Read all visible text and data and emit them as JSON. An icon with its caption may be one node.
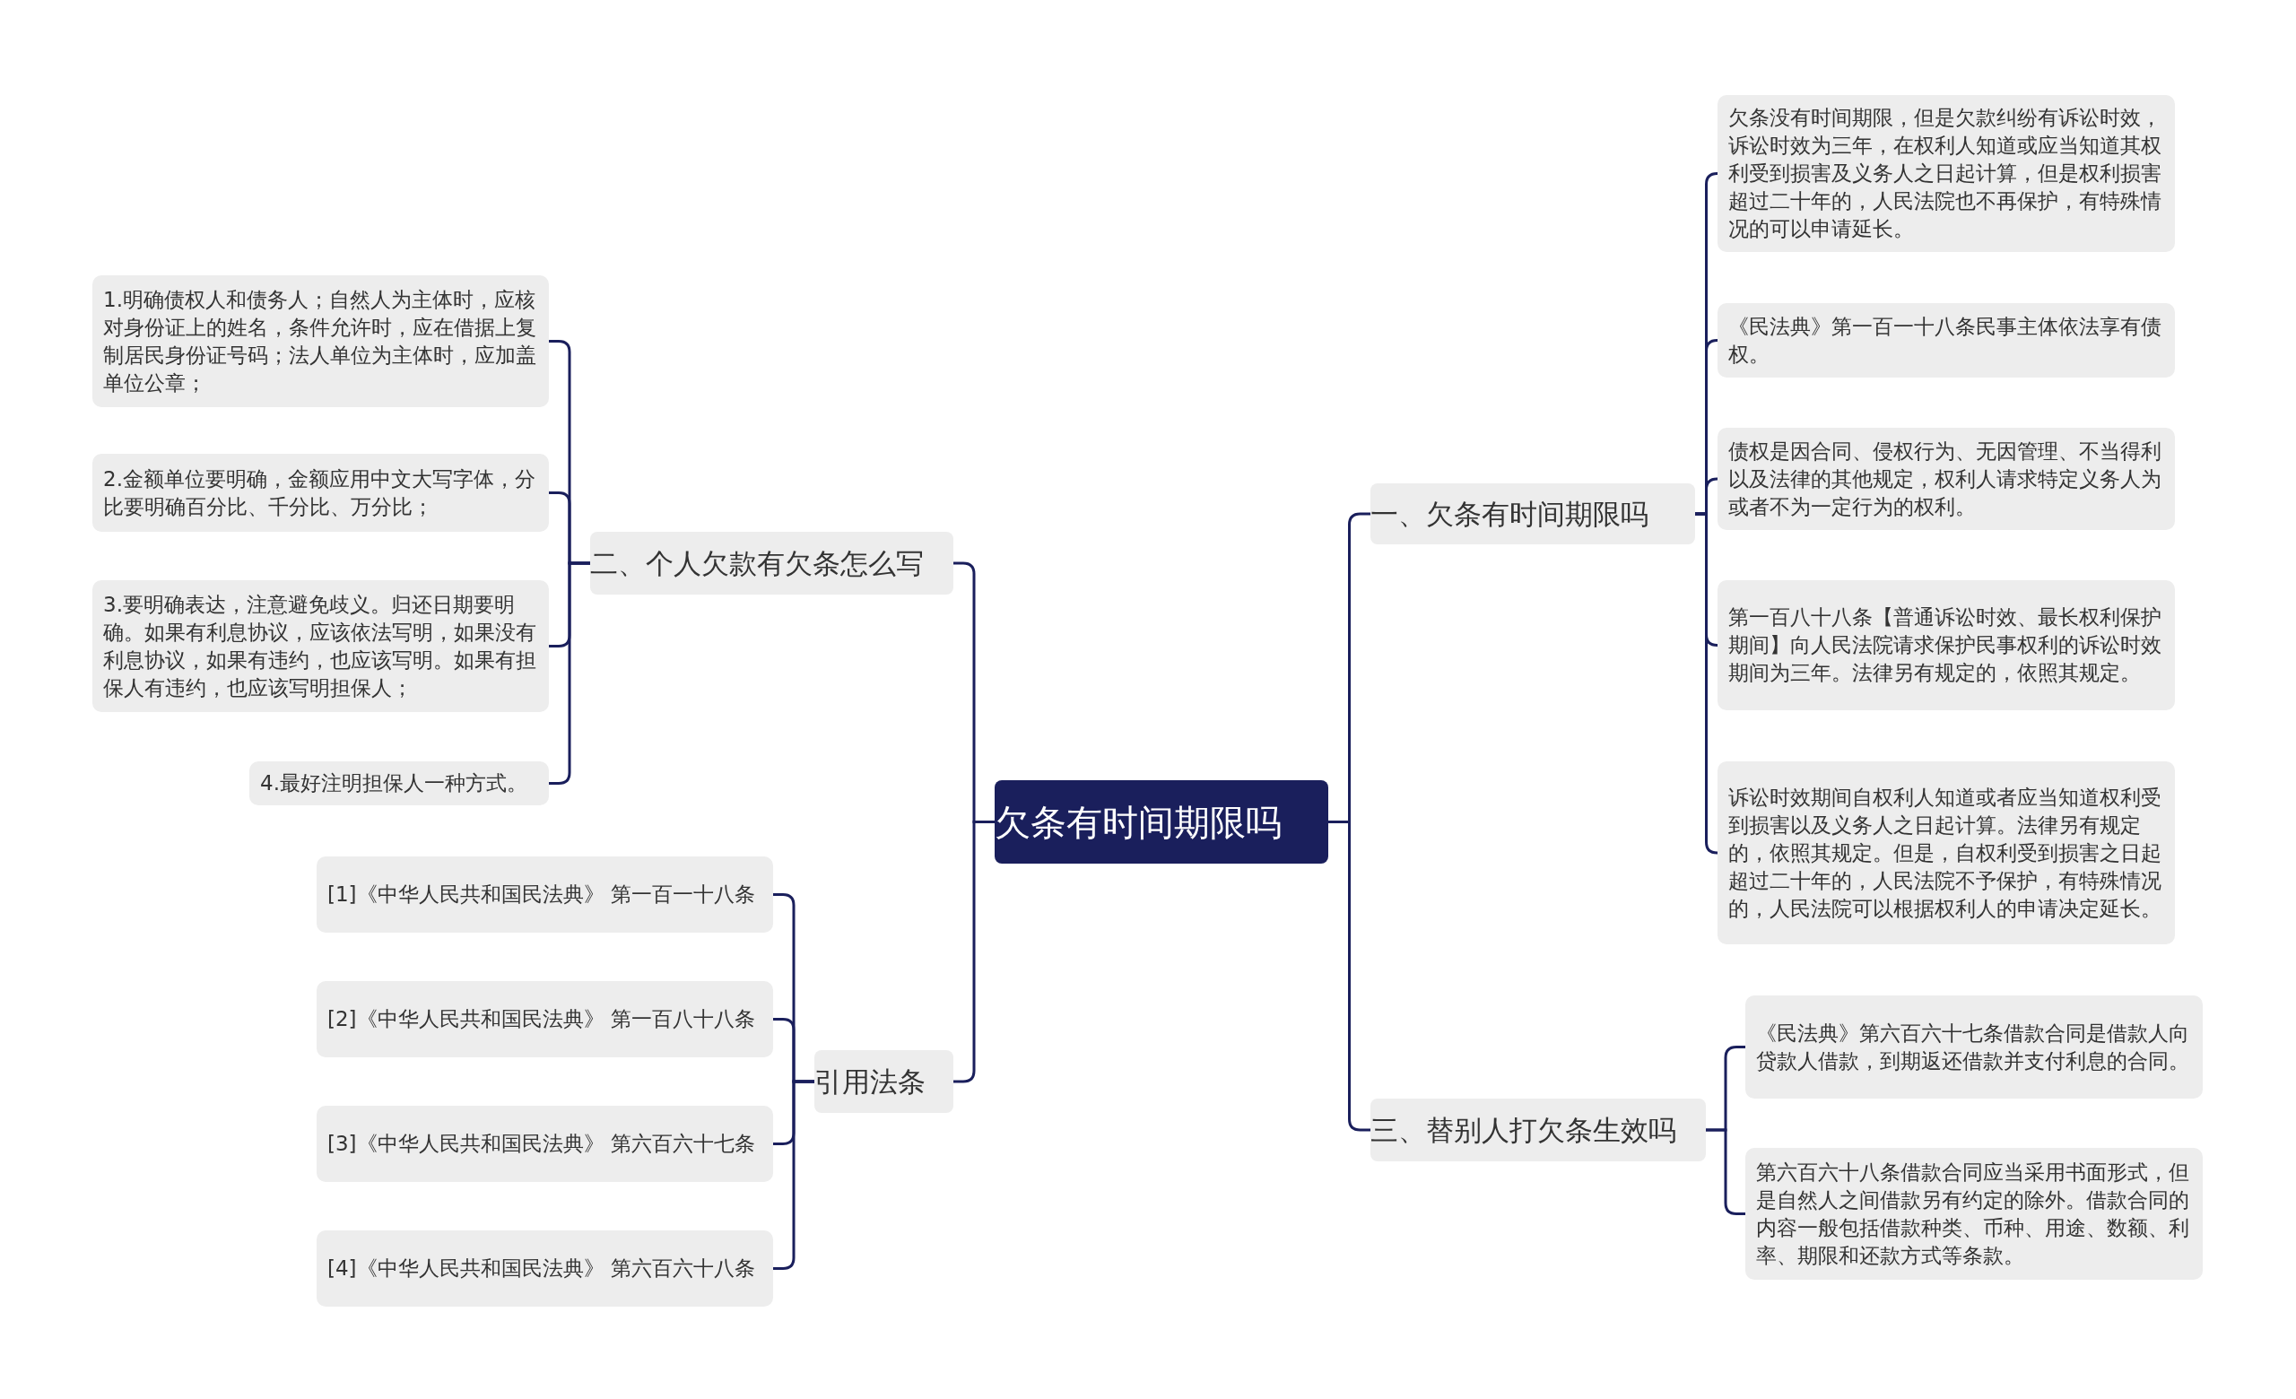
{
  "diagram": {
    "nodes": [
      {
        "text": [
          "欠条有时间期限吗"
        ]
      },
      {
        "text": [
          "一、欠条有时间期限吗"
        ]
      },
      {
        "text": [
          "欠条没有时间期限，但是欠款纠纷有诉讼时效，诉讼时效为三年，在权利人知道或应当知道其权利受到损害及义务人之日起计算，但是权利损害超过二十年的，人民法院也不再保护，有特殊情况的可以申请延长。"
        ]
      },
      {
        "text": [
          "《民法典》第一百一十八条民事主体依法享有债权。"
        ]
      },
      {
        "text": [
          "债权是因合同、侵权行为、无因管理、不当得利以及法律的其他规定，权利人请求特定义务人为或者不为一定行为的权利。"
        ]
      },
      {
        "text": [
          "第一百八十八条【普通诉讼时效、最长权利保护期间】向人民法院请求保护民事权利的诉讼时效期间为三年。法律另有规定的，依照其规定。"
        ]
      },
      {
        "text": [
          "诉讼时效期间自权利人知道或者应当知道权利受到损害以及义务人之日起计算。法律另有规定的，依照其规定。但是，自权利受到损害之日起超过二十年的，人民法院不予保护，有特殊情况的，人民法院可以根据权利人的申请决定延长。"
        ]
      },
      {
        "text": [
          "三、替别人打欠条生效吗"
        ]
      },
      {
        "text": [
          "《民法典》第六百六十七条借款合同是借款人向贷款人借款，到期返还借款并支付利息的合同。"
        ]
      },
      {
        "text": [
          "第六百六十八条借款合同应当采用书面形式，但是自然人之间借款另有约定的除外。借款合同的内容一般包括借款种类、币种、用途、数额、利率、期限和还款方式等条款。"
        ]
      },
      {
        "text": [
          "二、个人欠款有欠条怎么写"
        ]
      },
      {
        "text": [
          "1.明确债权人和债务人；自然人为主体时，应核对身份证上的姓名，条件允许时，应在借据上复制居民身份证号码；法人单位为主体时，应加盖单位公章；"
        ]
      },
      {
        "text": [
          "2.金额单位要明确，金额应用中文大写字体，分比要明确百分比、千分比、万分比；"
        ]
      },
      {
        "text": [
          "3.要明确表达，注意避免歧义。归还日期要明确。如果有利息协议，应该依法写明，如果没有利息协议，如果有违约，也应该写明。如果有担保人有违约，也应该写明担保人；"
        ]
      },
      {
        "text": [
          "4.最好注明担保人一种方式。"
        ]
      },
      {
        "text": [
          "引用法条"
        ]
      },
      {
        "text": [
          "[1]《中华人民共和国民法典》 第一百一十八条"
        ]
      },
      {
        "text": [
          "[2]《中华人民共和国民法典》 第一百八十八条"
        ]
      },
      {
        "text": [
          "[3]《中华人民共和国民法典》 第六百六十七条"
        ]
      },
      {
        "text": [
          "[4]《中华人民共和国民法典》 第六百六十八条"
        ]
      }
    ],
    "edges": [
      {
        "from": 0,
        "to": 1,
        "arrow": "none"
      },
      {
        "from": 1,
        "to": 2,
        "arrow": "none"
      },
      {
        "from": 1,
        "to": 3,
        "arrow": "none"
      },
      {
        "from": 1,
        "to": 4,
        "arrow": "none"
      },
      {
        "from": 1,
        "to": 5,
        "arrow": "none"
      },
      {
        "from": 1,
        "to": 6,
        "arrow": "none"
      },
      {
        "from": 0,
        "to": 7,
        "arrow": "none"
      },
      {
        "from": 7,
        "to": 8,
        "arrow": "none"
      },
      {
        "from": 7,
        "to": 9,
        "arrow": "none"
      },
      {
        "from": 0,
        "to": 10,
        "arrow": "none"
      },
      {
        "from": 10,
        "to": 11,
        "arrow": "none"
      },
      {
        "from": 10,
        "to": 12,
        "arrow": "none"
      },
      {
        "from": 10,
        "to": 13,
        "arrow": "none"
      },
      {
        "from": 10,
        "to": 14,
        "arrow": "none"
      },
      {
        "from": 0,
        "to": 15,
        "arrow": "none"
      },
      {
        "from": 15,
        "to": 16,
        "arrow": "none"
      },
      {
        "from": 15,
        "to": 17,
        "arrow": "none"
      },
      {
        "from": 15,
        "to": 18,
        "arrow": "none"
      },
      {
        "from": 15,
        "to": 19,
        "arrow": "none"
      }
    ]
  }
}
